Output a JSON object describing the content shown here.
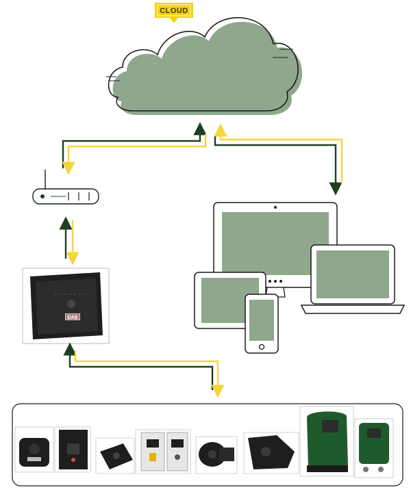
{
  "cloud": {
    "label": "CLOUD"
  },
  "router_device": {
    "brand": "DAB"
  },
  "colors": {
    "cloud_fill": "#8fa78d",
    "screen_fill": "#8fa78d",
    "arrow_dark": "#1f3d22",
    "arrow_yellow": "#f2d73a",
    "badge_yellow": "#f4d20c",
    "outline": "#1a1a1a"
  },
  "icons": [
    "cloud-icon",
    "router-icon",
    "gateway-icon",
    "monitor-icon",
    "laptop-icon",
    "tablet-icon",
    "smartphone-icon"
  ],
  "products": [
    {
      "name": "pump-controller-1"
    },
    {
      "name": "inverter-box"
    },
    {
      "name": "pump-controller-2"
    },
    {
      "name": "control-panel"
    },
    {
      "name": "circulator-pump-1"
    },
    {
      "name": "circulator-pump-2"
    },
    {
      "name": "booster-pump-large"
    },
    {
      "name": "booster-pump-small"
    }
  ]
}
